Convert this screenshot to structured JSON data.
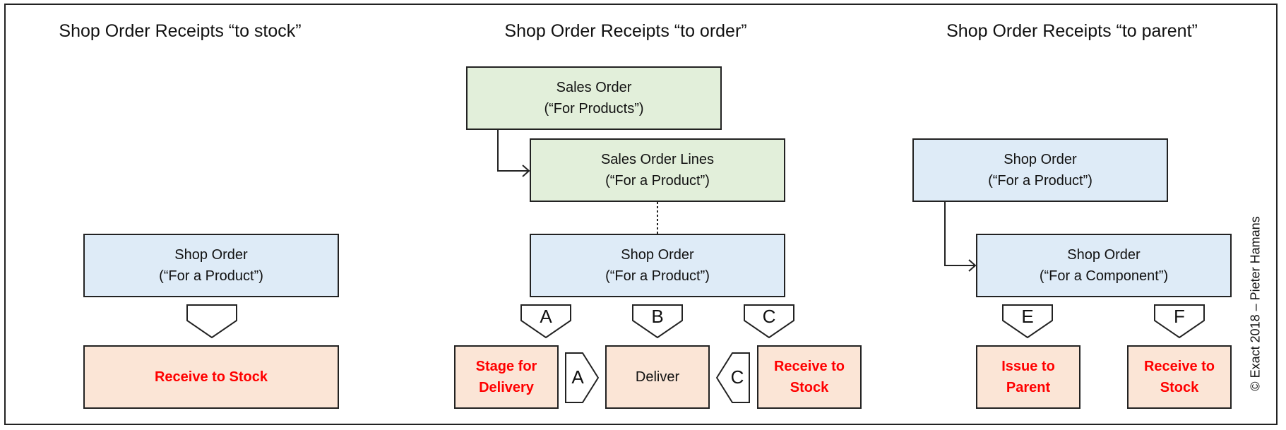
{
  "sections": {
    "to_stock": {
      "title": "Shop Order Receipts “to stock”",
      "shop_order": {
        "line1": "Shop Order",
        "line2": "(“For a Product”)"
      },
      "chevron": "",
      "action": "Receive to Stock"
    },
    "to_order": {
      "title": "Shop Order Receipts “to order”",
      "sales_order": {
        "line1": "Sales Order",
        "line2": "(“For Products”)"
      },
      "sales_order_lines": {
        "line1": "Sales Order Lines",
        "line2": "(“For a Product”)"
      },
      "shop_order": {
        "line1": "Shop Order",
        "line2": "(“For a Product”)"
      },
      "chevrons": [
        "A",
        "B",
        "C"
      ],
      "side_chevrons": [
        "A",
        "C"
      ],
      "actions": [
        {
          "line1": "Stage for",
          "line2": "Delivery",
          "highlight": true
        },
        {
          "line1": "Deliver",
          "line2": "",
          "highlight": false
        },
        {
          "line1": "Receive to",
          "line2": "Stock",
          "highlight": true
        }
      ]
    },
    "to_parent": {
      "title": "Shop Order Receipts “to parent”",
      "shop_order_product": {
        "line1": "Shop Order",
        "line2": "(“For a Product”)"
      },
      "shop_order_component": {
        "line1": "Shop Order",
        "line2": "(“For a Component”)"
      },
      "chevrons": [
        "E",
        "F"
      ],
      "actions": [
        {
          "line1": "Issue to",
          "line2": "Parent"
        },
        {
          "line1": "Receive to",
          "line2": "Stock"
        }
      ]
    }
  },
  "copyright": "© Exact 2018 – Pieter Hamans",
  "colors": {
    "sales_fill": "#e2efda",
    "shop_order_fill": "#deebf7",
    "action_fill": "#fbe5d6",
    "action_text": "#ff0000"
  }
}
